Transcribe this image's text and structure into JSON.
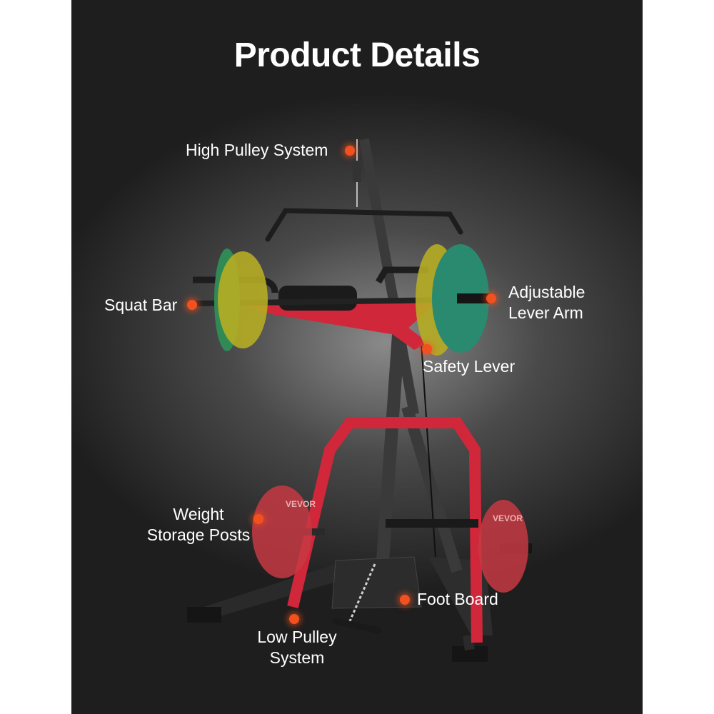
{
  "title": "Product Details",
  "accent_color": "#f2501e",
  "frame_color": "#d0273a",
  "plate_brand": "VEVOR",
  "callouts": {
    "high_pulley": "High Pulley System",
    "squat_bar": "Squat Bar",
    "lever_arm_1": "Adjustable",
    "lever_arm_2": "Lever Arm",
    "safety_lever": "Safety Lever",
    "storage_1": "Weight",
    "storage_2": "Storage Posts",
    "foot_board": "Foot Board",
    "low_pulley_1": "Low Pulley",
    "low_pulley_2": "System"
  }
}
